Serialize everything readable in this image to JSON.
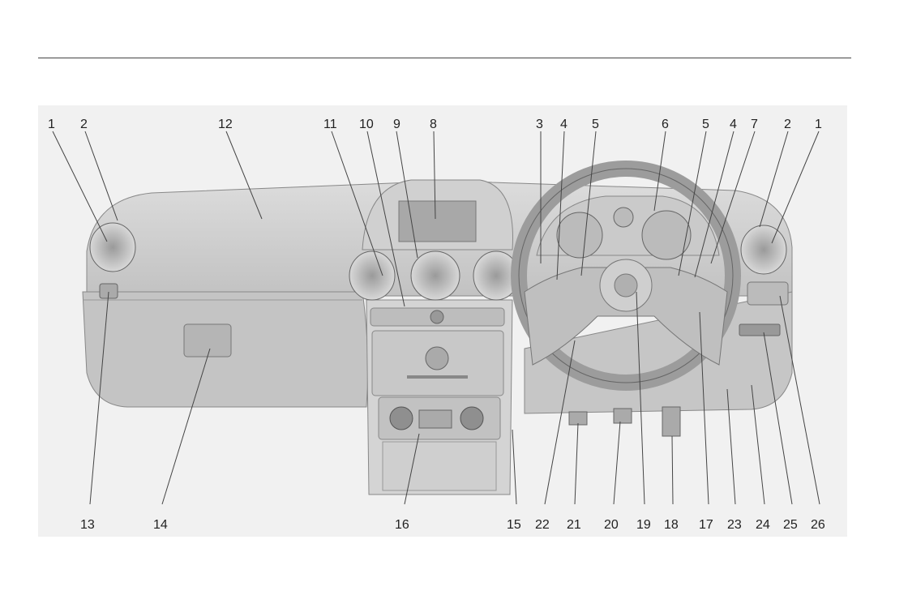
{
  "diagram": {
    "top_labels": [
      "1",
      "2",
      "12",
      "11",
      "10",
      "9",
      "8",
      "3",
      "4",
      "5",
      "6",
      "5",
      "4",
      "7",
      "2",
      "1"
    ],
    "bottom_labels": [
      "13",
      "14",
      "16",
      "15",
      "22",
      "21",
      "20",
      "19",
      "18",
      "17",
      "23",
      "24",
      "25",
      "26"
    ]
  },
  "icons": {
    "dashboard": "dashboard-illustration",
    "steering_wheel": "steering-wheel-icon",
    "air_vent": "air-vent-icon"
  },
  "colors": {
    "panel_bg": "#f1f1f1",
    "dashboard_fill": "#c9c9c9",
    "line": "#555555"
  }
}
